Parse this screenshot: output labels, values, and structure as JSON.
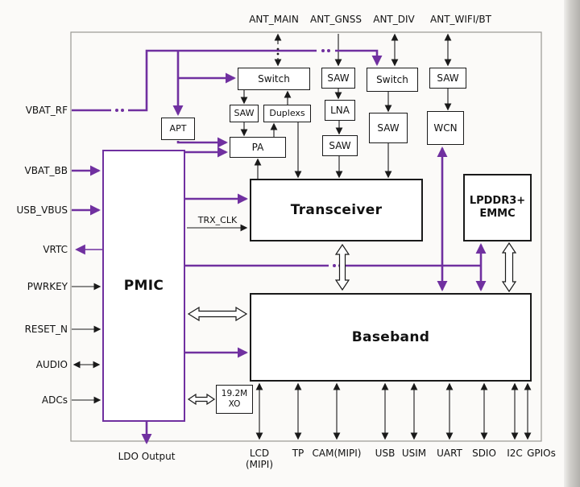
{
  "colors": {
    "power": "#7030a0",
    "signal": "#1a1a1a",
    "frame": "#9a9893",
    "block_bg": "#ffffff"
  },
  "top_ports": [
    "ANT_MAIN",
    "ANT_GNSS",
    "ANT_DIV",
    "ANT_WIFI/BT"
  ],
  "left_ports": [
    "VBAT_RF",
    "VBAT_BB",
    "USB_VBUS",
    "VRTC",
    "PWRKEY",
    "RESET_N",
    "AUDIO",
    "ADCs"
  ],
  "bottom_ports": [
    "LCD\n(MIPI)",
    "TP",
    "CAM(MIPI)",
    "USB",
    "USIM",
    "UART",
    "SDIO",
    "I2C",
    "GPIOs"
  ],
  "blocks": {
    "switch_main": "Switch",
    "saw_gnss": "SAW",
    "switch_div": "Switch",
    "saw_wifi": "SAW",
    "saw_main": "SAW",
    "duplexer": "Duplexs",
    "lna": "LNA",
    "saw_div": "SAW",
    "wcn": "WCN",
    "apt": "APT",
    "pa": "PA",
    "saw_lna": "SAW",
    "transceiver": "Transceiver",
    "memory": "LPDDR3+\nEMMC",
    "pmic": "PMIC",
    "baseband": "Baseband",
    "xo": "19.2M\nXO"
  },
  "signals": {
    "trx_clk": "TRX_CLK",
    "ldo_output": "LDO Output"
  }
}
